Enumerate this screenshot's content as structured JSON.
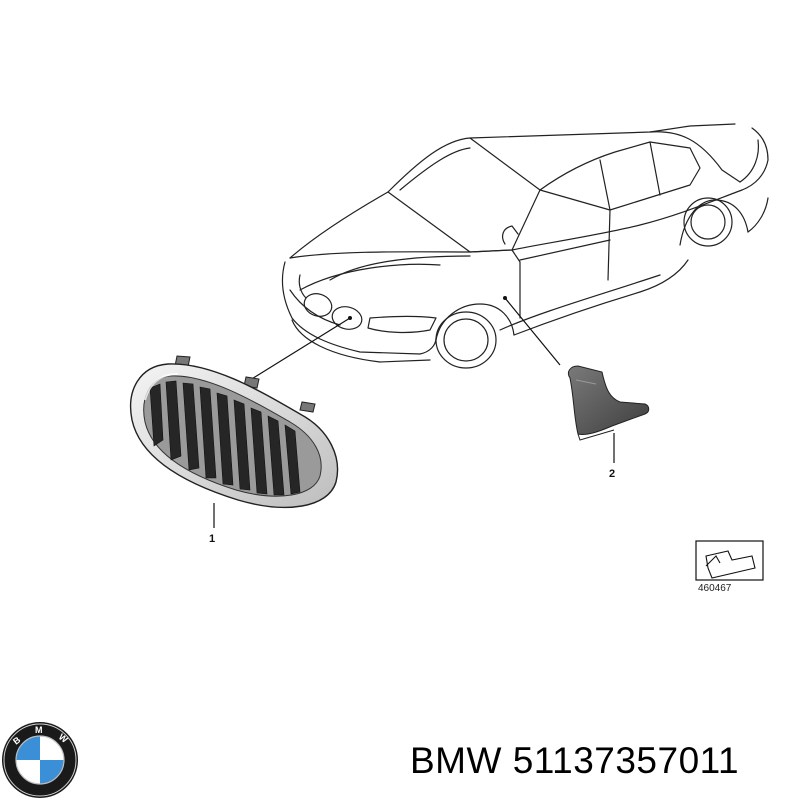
{
  "callouts": [
    {
      "number": "1",
      "part": "kidney grille"
    },
    {
      "number": "2",
      "part": "sill trim piece"
    }
  ],
  "diagram_ref": "460467",
  "caption": "BMW 51137357011",
  "logo_text": "BMW",
  "colors": {
    "line": "#222222",
    "grille_frame": "#e4e4e4",
    "grille_slats": "#262626",
    "trim_piece": "#5a5a5a",
    "logo_blue": "#3a8fd6",
    "logo_ring": "#1a1a1a"
  }
}
